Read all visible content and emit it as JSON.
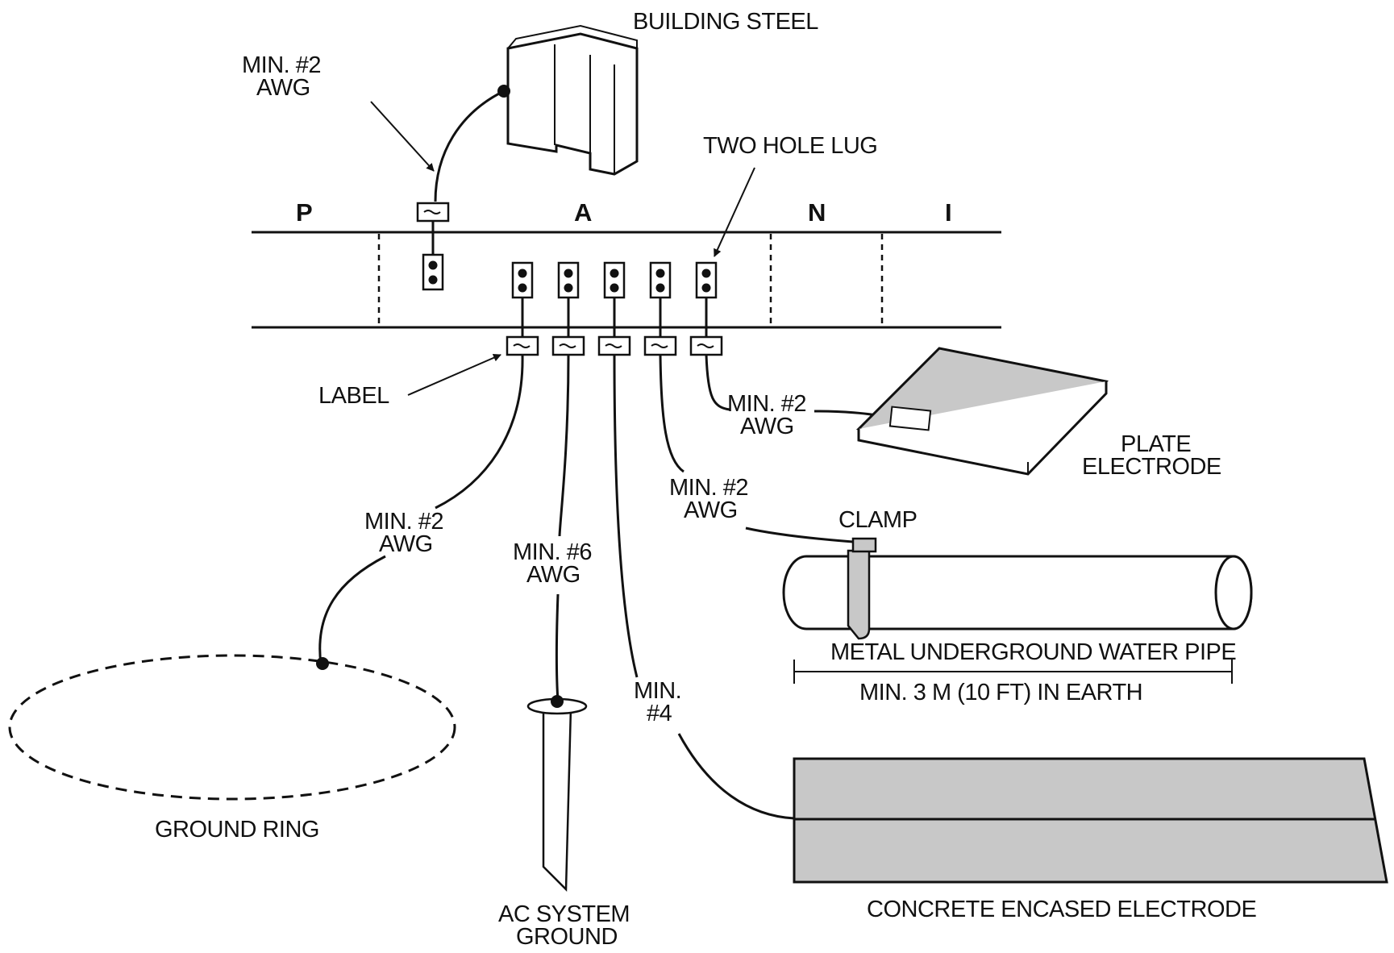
{
  "zones": {
    "p": "P",
    "a": "A",
    "n": "N",
    "i": "I"
  },
  "labels": {
    "building_steel": "BUILDING STEEL",
    "min2_awg_steel": [
      "MIN. #2",
      "AWG"
    ],
    "two_hole_lug": "TWO HOLE LUG",
    "label": "LABEL",
    "min2_awg_plate": [
      "MIN. #2",
      "AWG"
    ],
    "plate_electrode": [
      "PLATE",
      "ELECTRODE"
    ],
    "min2_awg_pipe": [
      "MIN. #2",
      "AWG"
    ],
    "clamp": "CLAMP",
    "min2_awg_ring": [
      "MIN. #2",
      "AWG"
    ],
    "min6_awg": [
      "MIN. #6",
      "AWG"
    ],
    "min4": [
      "MIN.",
      "#4"
    ],
    "water_pipe": "METAL UNDERGROUND WATER PIPE",
    "earth_length": "MIN. 3 M (10 FT)  IN EARTH",
    "ground_ring": "GROUND RING",
    "ac_system_ground": [
      "AC SYSTEM",
      "GROUND"
    ],
    "concrete_electrode": "CONCRETE ENCASED ELECTRODE"
  }
}
